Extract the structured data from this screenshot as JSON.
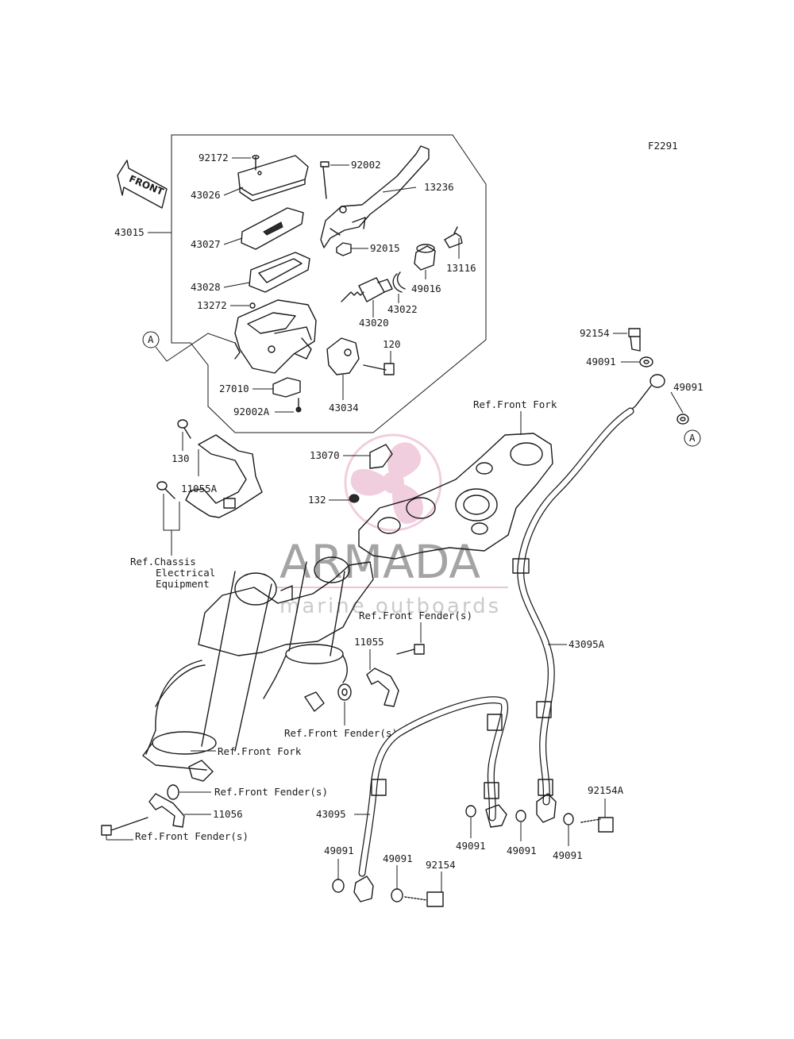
{
  "diagram_code": "F2291",
  "front_marker": "FRONT",
  "callout_letter": "A",
  "watermark": {
    "brand": "ARMADA",
    "tagline": "marine outboards",
    "accent_color": "#e7a7c2"
  },
  "colors": {
    "line": "#1a1a1a",
    "background": "#ffffff",
    "watermark_text": "#6d6d6d"
  },
  "part_labels": {
    "p92172": "92172",
    "p92002": "92002",
    "p13236": "13236",
    "p43026": "43026",
    "p43015": "43015",
    "p43027": "43027",
    "p92015": "92015",
    "p13116": "13116",
    "p49016": "49016",
    "p43028": "43028",
    "p13272": "13272",
    "p43022": "43022",
    "p43020": "43020",
    "p120": "120",
    "p27010": "27010",
    "p43034": "43034",
    "p92002A": "92002A",
    "p92154_top": "92154",
    "p49091_a": "49091",
    "p49091_b": "49091",
    "p130": "130",
    "p11055A": "11055A",
    "p13070": "13070",
    "p132": "132",
    "p43095A": "43095A",
    "p11055": "11055",
    "p92154A": "92154A",
    "p43095": "43095",
    "p11056": "11056",
    "p49091_c": "49091",
    "p49091_d": "49091",
    "p49091_e": "49091",
    "p49091_f": "49091",
    "p49091_g": "49091",
    "p92154_bottom": "92154"
  },
  "references": {
    "front_fork_top": "Ref.Front Fork",
    "chassis_line1": "Ref.Chassis",
    "chassis_line2": "Electrical",
    "chassis_line3": "Equipment",
    "front_fender_1": "Ref.Front Fender(s)",
    "front_fender_2": "Ref.Front Fender(s)",
    "front_fork_lower": "Ref.Front Fork",
    "front_fender_3": "Ref.Front Fender(s)",
    "front_fender_4": "Ref.Front Fender(s)"
  }
}
